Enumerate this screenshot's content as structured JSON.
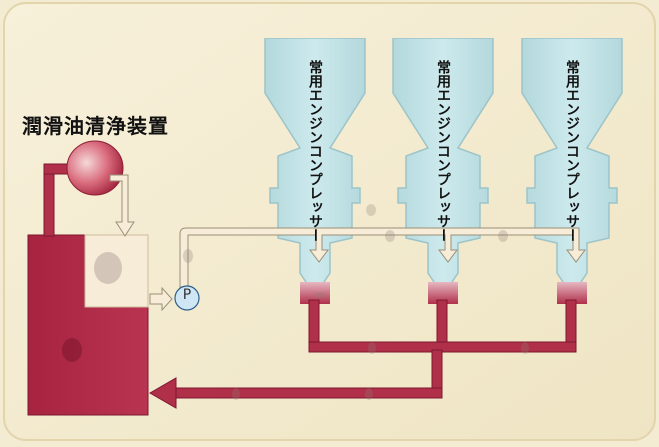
{
  "title": "潤滑油清浄装置",
  "compressors": [
    {
      "label": "常用エンジンコンプレッサー"
    },
    {
      "label": "常用エンジンコンプレッサー"
    },
    {
      "label": "常用エンジンコンプレッサー"
    }
  ],
  "pump": {
    "label": "P"
  },
  "colors": {
    "background": "#f4ecd2",
    "compressor": "#bfe0e4",
    "compressor_stroke": "#9cc4c9",
    "oil": "#b0304a",
    "oil_dark": "#8e1d36",
    "clean_oil": "#f6ecd8",
    "pump_fill": "#cfe6f4"
  }
}
